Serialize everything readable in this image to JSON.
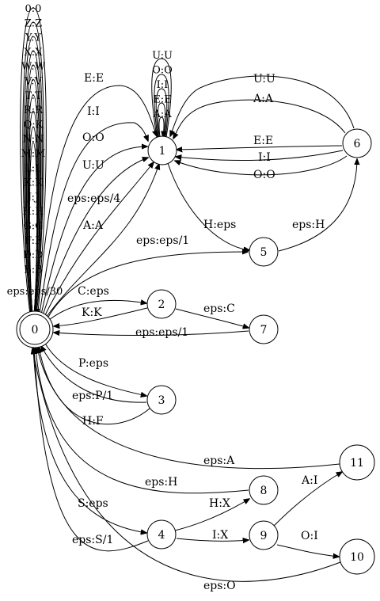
{
  "diagram": {
    "states": [
      {
        "id": "0",
        "label": "0",
        "final": true
      },
      {
        "id": "1",
        "label": "1"
      },
      {
        "id": "2",
        "label": "2"
      },
      {
        "id": "3",
        "label": "3"
      },
      {
        "id": "4",
        "label": "4"
      },
      {
        "id": "5",
        "label": "5"
      },
      {
        "id": "6",
        "label": "6"
      },
      {
        "id": "7",
        "label": "7"
      },
      {
        "id": "8",
        "label": "8"
      },
      {
        "id": "9",
        "label": "9"
      },
      {
        "id": "10",
        "label": "10"
      },
      {
        "id": "11",
        "label": "11"
      }
    ],
    "self_loops_0": [
      "0:0",
      "Z:Z",
      "Y:Y",
      "X:X",
      "W:W",
      "V:V",
      "T:T",
      "R:R",
      "Q:K",
      "N:N",
      "M:M",
      "L:L",
      "K:K",
      "J:J",
      "H:H",
      "G:G",
      "F:F",
      "D:D",
      "B:B",
      "eps:eps/30"
    ],
    "self_loops_1": [
      "U:U",
      "O:O",
      "I:I",
      "E:E",
      "A:A"
    ],
    "transitions": [
      {
        "from": "0",
        "to": "1",
        "label": "E:E"
      },
      {
        "from": "0",
        "to": "1",
        "label": "I:I"
      },
      {
        "from": "0",
        "to": "1",
        "label": "O:O"
      },
      {
        "from": "0",
        "to": "1",
        "label": "U:U"
      },
      {
        "from": "0",
        "to": "1",
        "label": "eps:eps/4"
      },
      {
        "from": "0",
        "to": "1",
        "label": "A:A"
      },
      {
        "from": "0",
        "to": "5",
        "label": "eps:eps/1"
      },
      {
        "from": "0",
        "to": "2",
        "label": "C:eps"
      },
      {
        "from": "2",
        "to": "0",
        "label": "K:K"
      },
      {
        "from": "2",
        "to": "7",
        "label": "eps:C"
      },
      {
        "from": "7",
        "to": "0",
        "label": "eps:eps/1"
      },
      {
        "from": "0",
        "to": "3",
        "label": "P:eps"
      },
      {
        "from": "3",
        "to": "0",
        "label": "eps:P/1"
      },
      {
        "from": "3",
        "to": "0",
        "label": "H:F"
      },
      {
        "from": "11",
        "to": "0",
        "label": "eps:A"
      },
      {
        "from": "8",
        "to": "0",
        "label": "eps:H"
      },
      {
        "from": "0",
        "to": "4",
        "label": "S:eps"
      },
      {
        "from": "4",
        "to": "0",
        "label": "eps:S/1"
      },
      {
        "from": "4",
        "to": "8",
        "label": "H:X"
      },
      {
        "from": "4",
        "to": "9",
        "label": "I:X"
      },
      {
        "from": "9",
        "to": "11",
        "label": "A:I"
      },
      {
        "from": "9",
        "to": "10",
        "label": "O:I"
      },
      {
        "from": "10",
        "to": "0",
        "label": "eps:O"
      },
      {
        "from": "1",
        "to": "5",
        "label": "H:eps"
      },
      {
        "from": "5",
        "to": "6",
        "label": "eps:H"
      },
      {
        "from": "6",
        "to": "1",
        "label": "U:U"
      },
      {
        "from": "6",
        "to": "1",
        "label": "A:A"
      },
      {
        "from": "6",
        "to": "1",
        "label": "E:E"
      },
      {
        "from": "6",
        "to": "1",
        "label": "I:I"
      },
      {
        "from": "6",
        "to": "1",
        "label": "O:O"
      }
    ]
  }
}
